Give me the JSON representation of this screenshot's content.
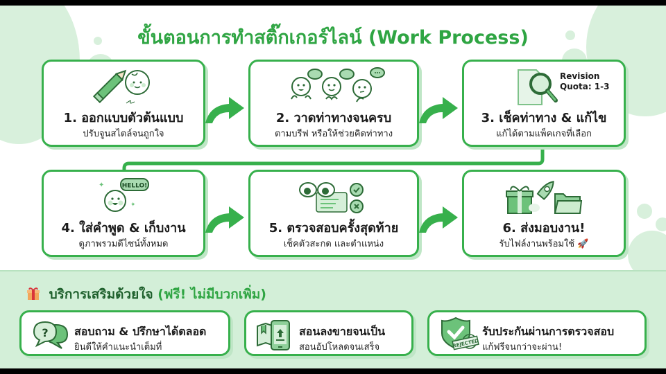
{
  "title": "ขั้นตอนการทำสติ๊กเกอร์ไลน์ (Work Process)",
  "colors": {
    "accent": "#37b04c",
    "title": "#2fa543",
    "background_tint": "#d3efd8",
    "dark_green": "#1d5f2b"
  },
  "steps": [
    {
      "heading": "1. ออกแบบตัวต้นแบบ",
      "sub": "ปรับจูนสไตล์จนถูกใจ",
      "icon": "pencil-face-icon"
    },
    {
      "heading": "2. วาดท่าทางจนครบ",
      "sub": "ตามบรีฟ หรือให้ช่วยคิดท่าทาง",
      "icon": "characters-chat-icon"
    },
    {
      "heading": "3. เช็คท่าทาง & แก้ไข",
      "sub": "แก้ได้ตามแพ็คเกจที่เลือก",
      "icon": "magnifier-document-icon",
      "badge_line1": "Revision",
      "badge_line2": "Quota: 1-3"
    },
    {
      "heading": "4. ใส่คำพูด & เก็บงาน",
      "sub": "ดูภาพรวมดีไซน์ทั้งหมด",
      "icon": "hello-face-icon",
      "bubble": "HELLO!"
    },
    {
      "heading": "5. ตรวจสอบครั้งสุดท้าย",
      "sub": "เช็คตัวสะกด และตำแหน่ง",
      "icon": "eyes-checklist-icon"
    },
    {
      "heading": "6. ส่งมอบงาน!",
      "sub": "รับไฟล์งานพร้อมใช้ 🚀",
      "icon": "gift-rocket-folder-icon"
    }
  ],
  "extras": {
    "title": "บริการเสริมด้วยใจ",
    "title_free": "(ฟรี! ไม่มีบวกเพิ่ม)",
    "items": [
      {
        "title": "สอบถาม & ปรึกษาได้ตลอด",
        "sub": "ยินดีให้คำแนะนำเต็มที่",
        "icon": "question-chat-icon"
      },
      {
        "title": "สอนลงขายจนเป็น",
        "sub": "สอนอัปโหลดจนเสร็จ",
        "icon": "book-phone-upload-icon"
      },
      {
        "title": "รับประกันผ่านการตรวจสอบ",
        "sub": "แก้ฟรีจนกว่าจะผ่าน!",
        "icon": "shield-check-icon",
        "stamp": "REJECTED"
      }
    ]
  }
}
